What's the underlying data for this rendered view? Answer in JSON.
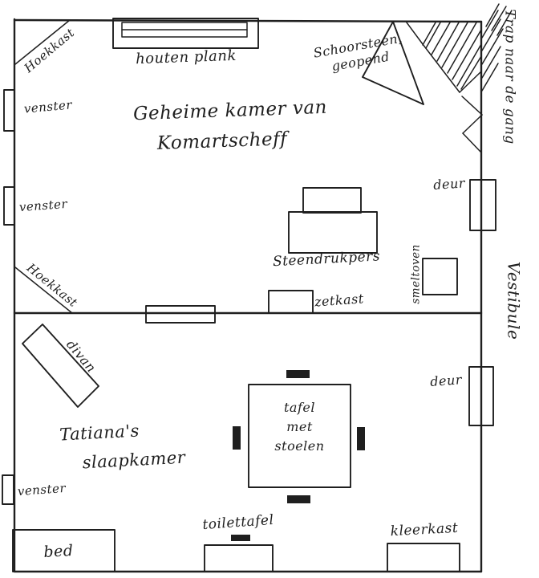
{
  "palette": {
    "ink": "#1f1f1f",
    "paper": "#ffffff"
  },
  "outside": {
    "trap": "Trap naar de gang",
    "vestibule": "Vestibule"
  },
  "upper_room": {
    "title1": "Geheime kamer van",
    "title2": "Komartscheff",
    "hoekkast_top": "Hoekkast",
    "houten_plank": "houten plank",
    "schoorsteen1": "Schoorsteen,",
    "schoorsteen2": "geopend",
    "venster1": "venster",
    "venster2": "venster",
    "deur": "deur",
    "steendrukpers": "Steendrukpers",
    "smeltoven": "smeltoven",
    "zetkast": "zetkast",
    "hoekkast_mid": "Hoekkast"
  },
  "lower_room": {
    "title1": "Tatiana's",
    "title2": "slaapkamer",
    "divan": "divan",
    "venster3": "venster",
    "tafel1": "tafel",
    "tafel2": "met",
    "tafel3": "stoelen",
    "deur": "deur",
    "bed": "bed",
    "toilettafel": "toilettafel",
    "kleerkast": "kleerkast"
  }
}
